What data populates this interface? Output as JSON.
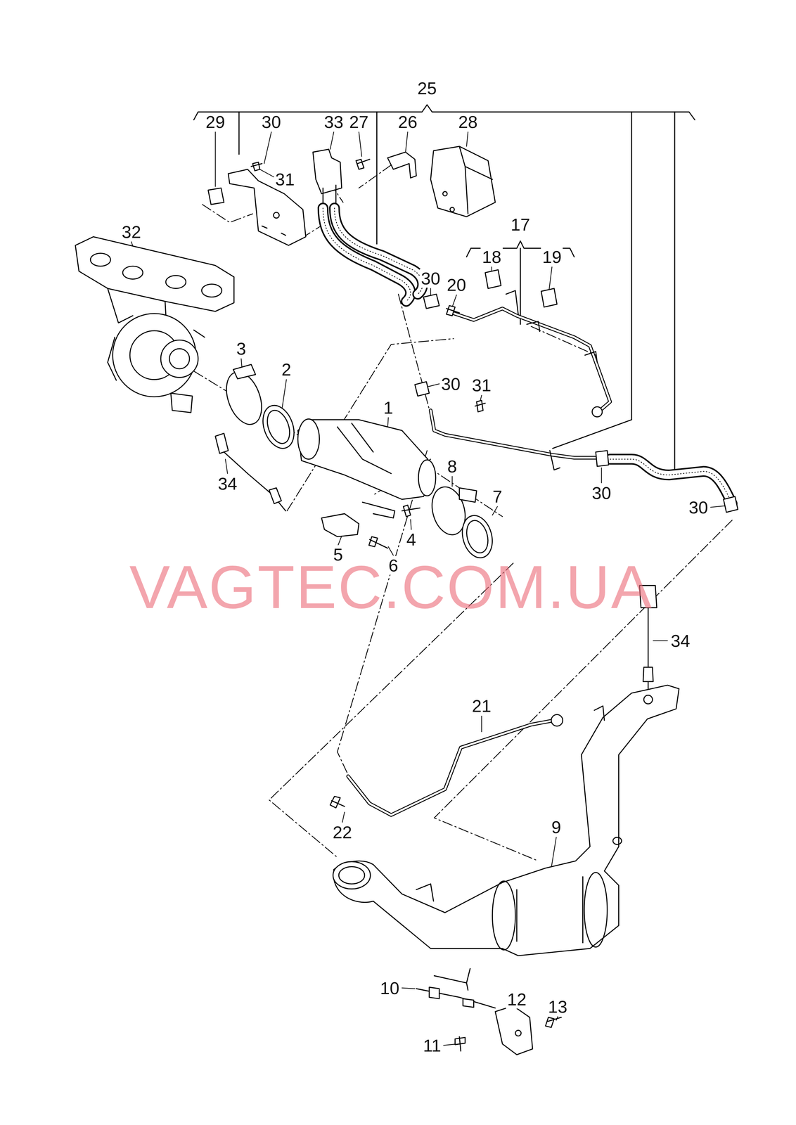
{
  "diagram": {
    "labels": [
      "25",
      "29",
      "30",
      "33",
      "27",
      "26",
      "28",
      "31",
      "32",
      "17",
      "18",
      "19",
      "30",
      "20",
      "3",
      "2",
      "30",
      "31",
      "1",
      "8",
      "34",
      "30",
      "7",
      "30",
      "4",
      "5",
      "6",
      "VAGTEC.COM.UA",
      "34",
      "21",
      "9",
      "22",
      "10",
      "12",
      "13",
      "11"
    ]
  }
}
